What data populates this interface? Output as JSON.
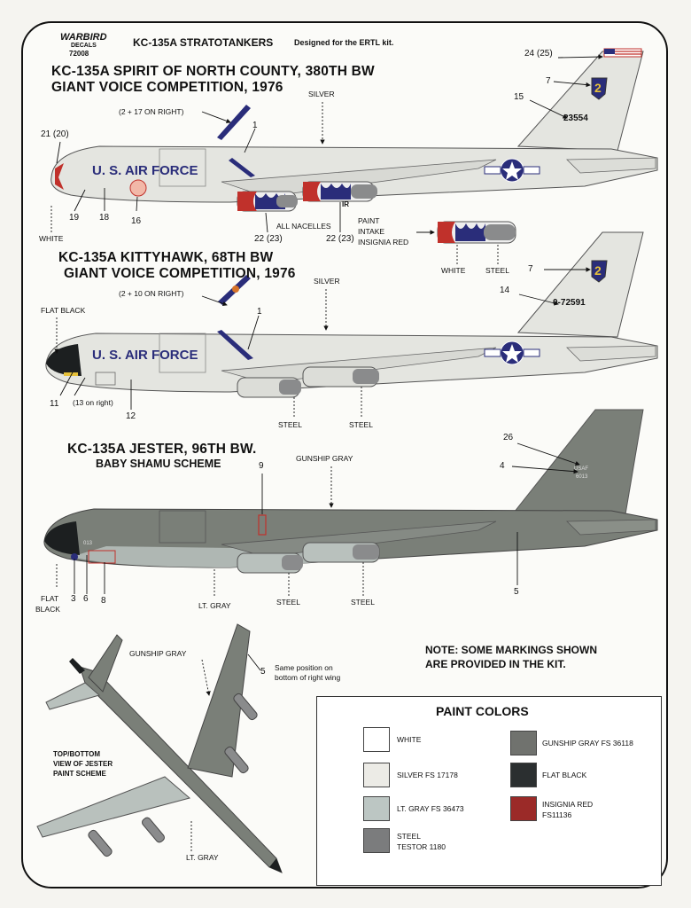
{
  "header": {
    "brand": "WARBIRD",
    "brand_sub": "DECALS",
    "catalog": "72008",
    "title": "KC-135A STRATOTANKERS",
    "designed_for": "Designed for the ERTL kit."
  },
  "scheme1": {
    "title_line1": "KC-135A SPIRIT OF NORTH COUNTY, 380TH BW",
    "title_line2": "GIANT VOICE  COMPETITION, 1976",
    "fuselage_text": "U. S. AIR FORCE",
    "serial": "23554",
    "tail_code": "IR",
    "labels": {
      "silver": "SILVER",
      "on_right": "(2 + 17 ON RIGHT)",
      "white": "WHITE",
      "all_nacelles": "ALL NACELLES",
      "paint_intake_1": "PAINT",
      "paint_intake_2": "INTAKE",
      "paint_intake_3": "INSIGNIA RED",
      "nacelle_white": "WHITE",
      "nacelle_steel": "STEEL"
    },
    "callouts": {
      "n24": "24 (25)",
      "n7": "7",
      "n15": "15",
      "n1": "1",
      "n21": "21 (20)",
      "n19": "19",
      "n18": "18",
      "n16": "16",
      "n22a": "22 (23)",
      "n22b": "22 (23)"
    }
  },
  "scheme2": {
    "title_line1": "KC-135A KITTYHAWK, 68TH BW",
    "title_line2": "GIANT VOICE  COMPETITION, 1976",
    "fuselage_text": "U. S. AIR FORCE",
    "serial": "0-72591",
    "labels": {
      "silver": "SILVER",
      "on_right": "(2 + 10 ON RIGHT)",
      "flat_black": "FLAT BLACK",
      "thirteen_right": "(13 on right)",
      "steel_a": "STEEL",
      "steel_b": "STEEL"
    },
    "callouts": {
      "n7": "7",
      "n14": "14",
      "n1": "1",
      "n11": "11",
      "n12": "12"
    }
  },
  "scheme3": {
    "title_line1": "KC-135A JESTER, 96TH BW.",
    "title_line2": "BABY SHAMU SCHEME",
    "tail_usaf": "USAF",
    "tail_serial": "6013",
    "nose_number": "013",
    "labels": {
      "gunship_gray": "GUNSHIP GRAY",
      "flat_black_1": "FLAT",
      "flat_black_2": "BLACK",
      "lt_gray": "LT. GRAY",
      "steel_a": "STEEL",
      "steel_b": "STEEL"
    },
    "callouts": {
      "n26": "26",
      "n4": "4",
      "n9": "9",
      "n3": "3",
      "n6": "6",
      "n8": "8",
      "n5": "5"
    }
  },
  "plan_view": {
    "gunship_gray": "GUNSHIP GRAY",
    "callout5": "5",
    "same_position_1": "Same position on",
    "same_position_2": "bottom of right wing",
    "caption_1": "TOP/BOTTOM",
    "caption_2": "VIEW OF JESTER",
    "caption_3": "PAINT SCHEME",
    "lt_gray": "LT. GRAY"
  },
  "note": {
    "line1": "NOTE: SOME MARKINGS SHOWN",
    "line2": "ARE PROVIDED IN THE KIT."
  },
  "legend": {
    "title": "PAINT COLORS",
    "items": [
      {
        "label": "WHITE",
        "color": "#ffffff"
      },
      {
        "label": "SILVER FS 17178",
        "color": "#ecebe6"
      },
      {
        "label": "LT. GRAY FS 36473",
        "color": "#bcc6c3"
      },
      {
        "label": "STEEL",
        "label2": "TESTOR  1180",
        "color": "#7b7c7d"
      },
      {
        "label": "GUNSHIP GRAY FS 36118",
        "color": "#70726e"
      },
      {
        "label": "FLAT BLACK",
        "color": "#2b2f30"
      },
      {
        "label": "INSIGNIA RED",
        "label2": "FS11136",
        "color": "#9b2a28"
      }
    ]
  },
  "colors": {
    "silver": "#e4e5e0",
    "gunship": "#7a7f78",
    "ltgray": "#b9c1bd",
    "steel": "#8a8b8c",
    "red": "#c0312b",
    "blue": "#2a2d7a",
    "black": "#1c1f20"
  }
}
